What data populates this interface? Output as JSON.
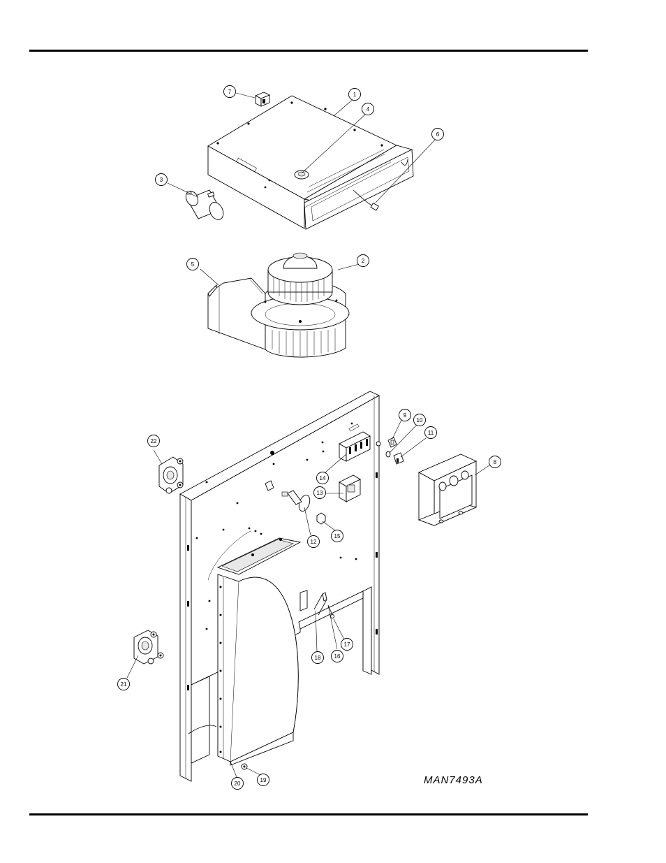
{
  "drawing_number": "MAN7493A",
  "callouts": [
    {
      "label": "1"
    },
    {
      "label": "2"
    },
    {
      "label": "3"
    },
    {
      "label": "4"
    },
    {
      "label": "5"
    },
    {
      "label": "6"
    },
    {
      "label": "7"
    },
    {
      "label": "8"
    },
    {
      "label": "9"
    },
    {
      "label": "10"
    },
    {
      "label": "11"
    },
    {
      "label": "12"
    },
    {
      "label": "13"
    },
    {
      "label": "14"
    },
    {
      "label": "15"
    },
    {
      "label": "16"
    },
    {
      "label": "17"
    },
    {
      "label": "18"
    },
    {
      "label": "19"
    },
    {
      "label": "20"
    },
    {
      "label": "21"
    },
    {
      "label": "22"
    }
  ]
}
